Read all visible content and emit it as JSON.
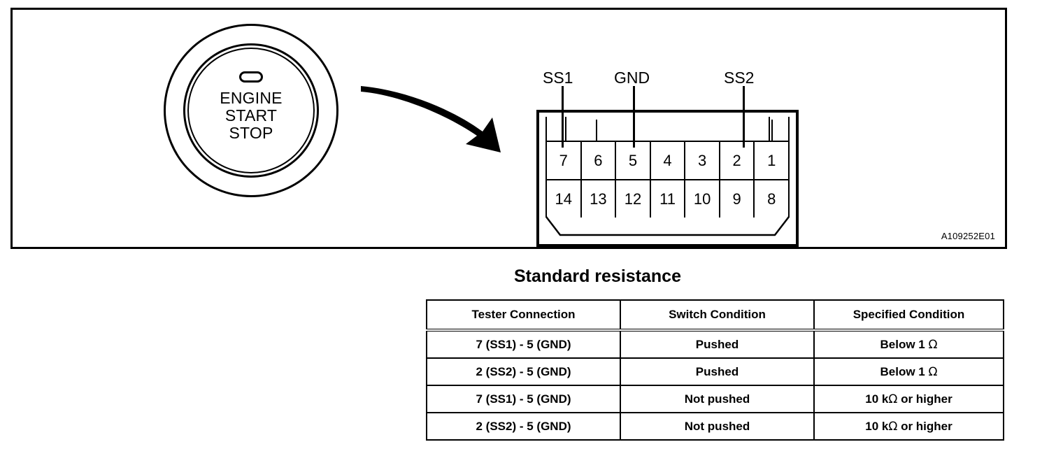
{
  "illustration": {
    "reference_code": "A109252E01",
    "engine_switch": {
      "name": "engine-start-stop-switch",
      "line1": "ENGINE",
      "line2": "START",
      "line3": "STOP"
    },
    "connector": {
      "name": "14-pin-connector",
      "pin_rows": [
        [
          "7",
          "6",
          "5",
          "4",
          "3",
          "2",
          "1"
        ],
        [
          "14",
          "13",
          "12",
          "11",
          "10",
          "9",
          "8"
        ]
      ],
      "terminal_labels": [
        {
          "label": "SS1",
          "pin": "7"
        },
        {
          "label": "GND",
          "pin": "5"
        },
        {
          "label": "SS2",
          "pin": "2"
        }
      ]
    }
  },
  "section": {
    "title": "Standard resistance"
  },
  "table": {
    "headers": [
      "Tester Connection",
      "Switch Condition",
      "Specified Condition"
    ],
    "rows": [
      {
        "tester_connection": "7 (SS1) - 5 (GND)",
        "switch_condition": "Pushed",
        "specified_value": "Below 1 ",
        "specified_unit": "Ω",
        "specified_suffix": ""
      },
      {
        "tester_connection": "2 (SS2) - 5 (GND)",
        "switch_condition": "Pushed",
        "specified_value": "Below 1 ",
        "specified_unit": "Ω",
        "specified_suffix": ""
      },
      {
        "tester_connection": "7 (SS1) - 5 (GND)",
        "switch_condition": "Not pushed",
        "specified_value": "10 k",
        "specified_unit": "Ω",
        "specified_suffix": " or higher"
      },
      {
        "tester_connection": "2 (SS2) - 5 (GND)",
        "switch_condition": "Not pushed",
        "specified_value": "10 k",
        "specified_unit": "Ω",
        "specified_suffix": " or higher"
      }
    ]
  },
  "colors": {
    "ink": "#000000",
    "paper": "#ffffff"
  }
}
